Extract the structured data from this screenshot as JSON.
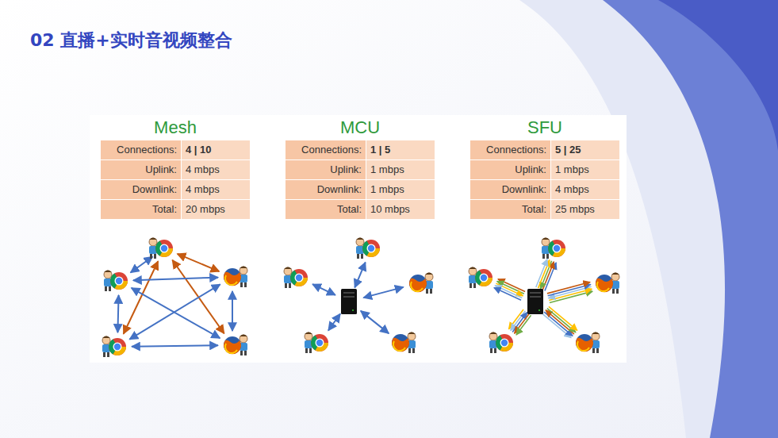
{
  "diagram": {
    "title": "02 直播+实时音视频整合",
    "labels": [
      "Mesh",
      "Connections:",
      "4 | 10",
      "Uplink:",
      "4 mbps",
      "Downlink:",
      "4 mbps",
      "Total:",
      "20 mbps",
      "MCU",
      "Connections:",
      "1 | 5",
      "Uplink:",
      "1 mbps",
      "Downlink:",
      "1 mbps",
      "Total:",
      "10 mbps",
      "SFU",
      "Connections:",
      "5 | 25",
      "Uplink:",
      "1 mbps",
      "Downlink:",
      "4 mbps",
      "Total:",
      "25 mbps"
    ]
  }
}
